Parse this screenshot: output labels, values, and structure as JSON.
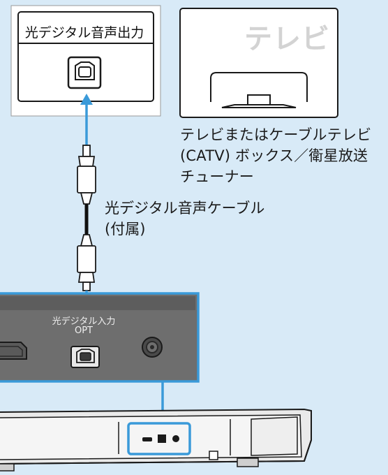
{
  "tv_box": {
    "port_title": "光デジタル音声出力",
    "tv_brand": "テレビ",
    "caption_lines": [
      "テレビまたはケーブルテレビ",
      "(CATV) ボックス／衛星放送",
      "チューナー"
    ]
  },
  "cable": {
    "caption_lines": [
      "光デジタル音声ケーブル",
      "(付属)"
    ]
  },
  "device_panel": {
    "input_label": "光デジタル入力",
    "opt_label": "OPT"
  },
  "colors": {
    "background": "#d8eaf7",
    "accent_blue": "#3a9ad9",
    "panel_gray": "#6e6e6e",
    "line_dark": "#1a1a1a"
  }
}
